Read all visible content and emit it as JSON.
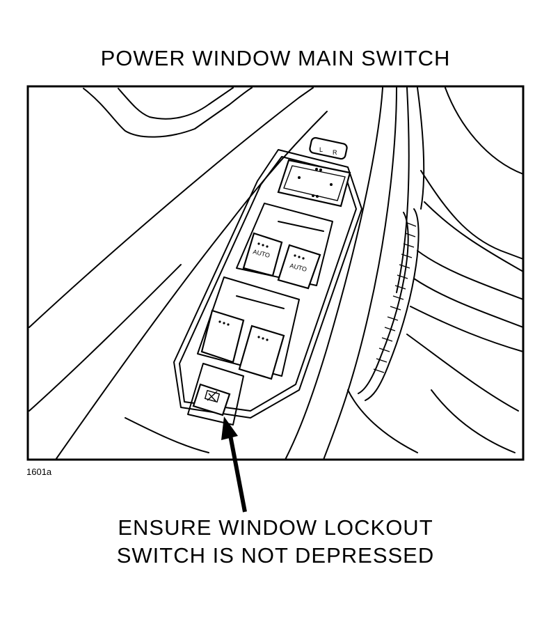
{
  "title": "POWER WINDOW MAIN SWITCH",
  "figure_id": "1601a",
  "caption": {
    "line1": "ENSURE WINDOW LOCKOUT",
    "line2": "SWITCH IS NOT DEPRESSED"
  },
  "button_labels": {
    "auto_left": "AUTO",
    "auto_right": "AUTO",
    "mirror_left": "L",
    "mirror_right": "R"
  }
}
